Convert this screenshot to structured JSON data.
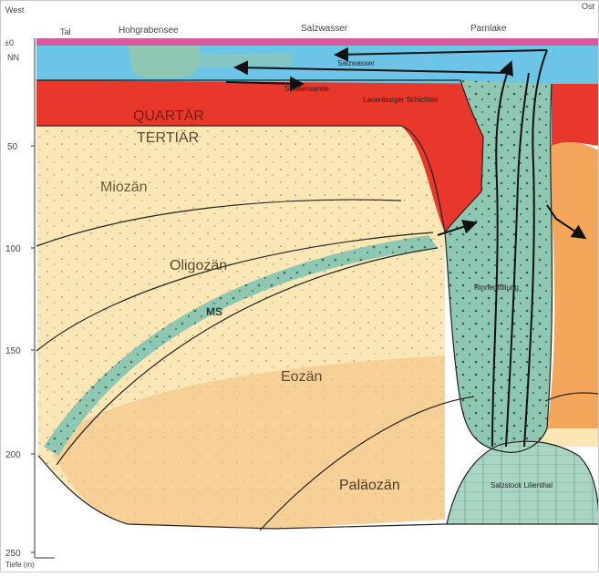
{
  "header": {
    "west": "West",
    "east": "Ost",
    "nn": "±0",
    "nn_unit": "NN",
    "top_labels": {
      "left": "Tal",
      "lake": "Hohgrabensee",
      "salt_water": "Salzwasser",
      "far": "Parnlake"
    }
  },
  "depth_axis": {
    "ticks": [
      "50",
      "100",
      "150",
      "200",
      "250"
    ],
    "caption": "Tiefe (m)"
  },
  "layers": {
    "quartar": "QUARTÄR",
    "tertiar": "TERTIÄR",
    "miozan": "Miozän",
    "oligozan": "Oligozän",
    "ms": "MS",
    "eozan": "Eozän",
    "palaozan": "Paläozän"
  },
  "annotations": {
    "salzwasser": "Salzwasser",
    "lauenburger": "Lauenburger Schichten",
    "kiesel": "Spaltensande",
    "rinne": "Rinnenfüllung",
    "salzstock": "Salzstock Lilienthal"
  },
  "colors": {
    "quartar_red": "#e8372b",
    "tertiar_cream": "#fbe6b6",
    "teal": "#8fc8b2",
    "sea_blue": "#6cc4e6",
    "orange_flank": "#f4a75a",
    "salt_dome": "#a9d6c3"
  }
}
